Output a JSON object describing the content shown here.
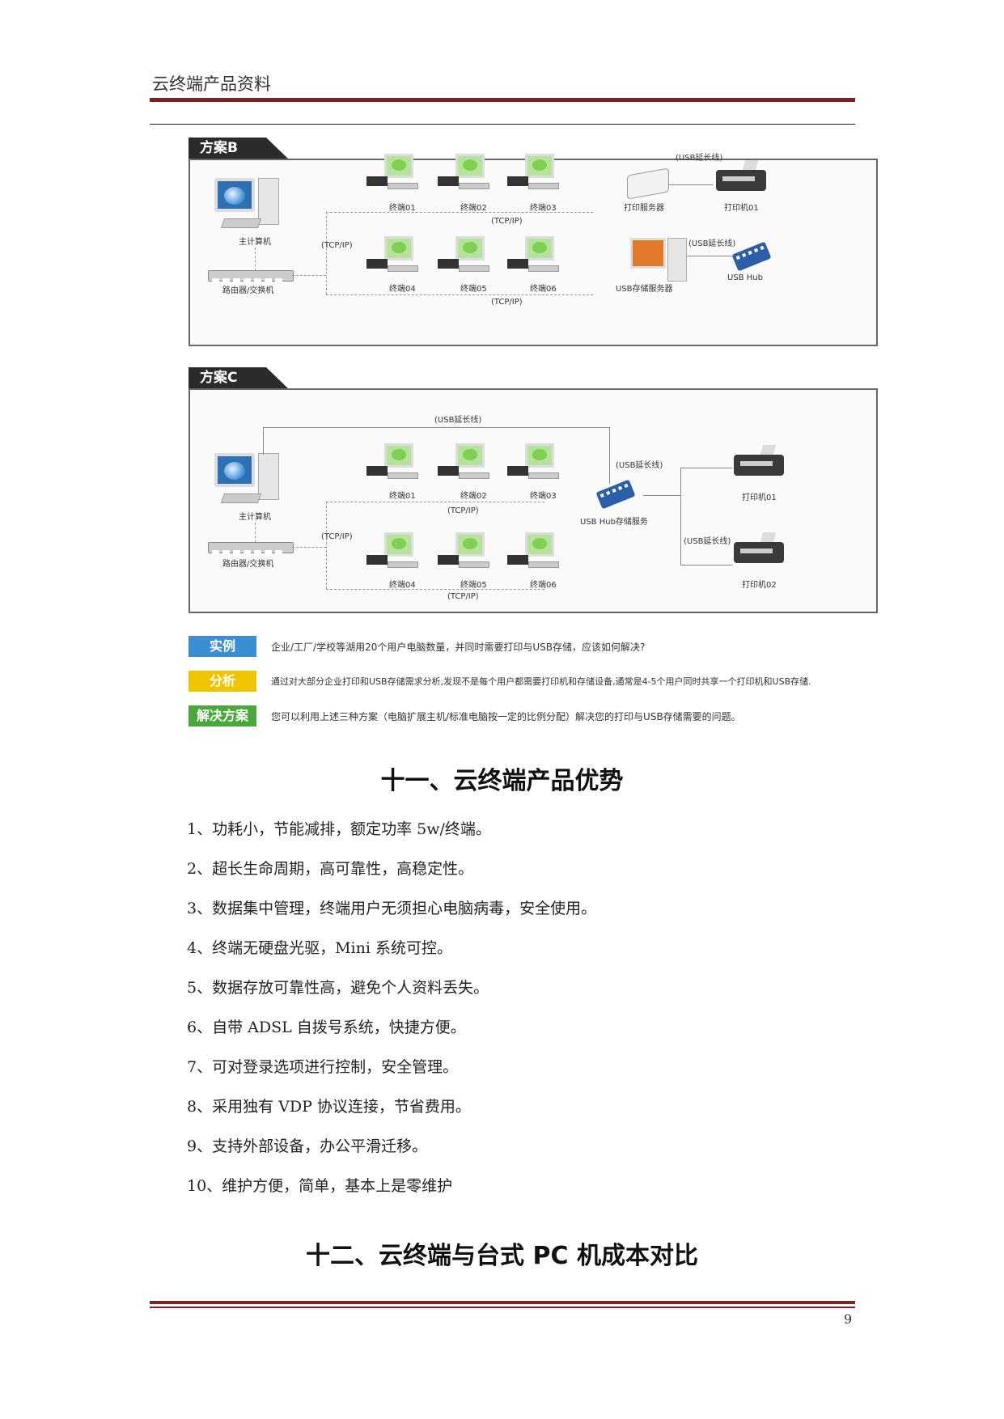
{
  "header": {
    "title": "云终端产品资料"
  },
  "footer": {
    "page_number": "9"
  },
  "scheme_b": {
    "tab": "方案B",
    "host_label": "主计算机",
    "router_label": "路由器/交换机",
    "tcpip_left": "(TCP/IP)",
    "tcpip_mid": "(TCP/IP)",
    "tcpip_bottom": "(TCP/IP)",
    "terminals": [
      "终端01",
      "终端02",
      "终端03",
      "终端04",
      "终端05",
      "终端06"
    ],
    "usb_ext_1": "(USB延长线)",
    "usb_ext_2": "(USB延长线)",
    "print_server": "打印服务器",
    "printer": "打印机01",
    "usb_storage_server": "USB存储服务器",
    "usb_hub": "USB Hub"
  },
  "scheme_c": {
    "tab": "方案C",
    "host_label": "主计算机",
    "router_label": "路由器/交换机",
    "tcpip_left": "(TCP/IP)",
    "tcpip_mid": "(TCP/IP)",
    "tcpip_bottom": "(TCP/IP)",
    "usb_ext_top": "(USB延长线)",
    "usb_ext_mid": "(USB延长线)",
    "usb_ext_low": "(USB延长线)",
    "terminals": [
      "终端01",
      "终端02",
      "终端03",
      "终端04",
      "终端05",
      "终端06"
    ],
    "hub_label": "USB Hub存储服务",
    "printer1": "打印机01",
    "printer2": "打印机02"
  },
  "cases": [
    {
      "tag": "实例",
      "color": "#3a8fd0",
      "text": "企业/工厂/学校等湖用20个用户电脑数量，并同时需要打印与USB存储，应该如何解决?"
    },
    {
      "tag": "分析",
      "color": "#f0c400",
      "text": "通过对大部分企业打印和USB存储需求分析,发现不是每个用户都需要打印机和存储设备,通常是4-5个用户同时共享一个打印机和USB存储."
    },
    {
      "tag": "解决方案",
      "color": "#4aa83a",
      "text": "您可以利用上述三种方案（电脑扩展主机/标准电脑按一定的比例分配）解决您的打印与USB存储需要的问题。"
    }
  ],
  "section11": {
    "title": "十一、云终端产品优势",
    "items": [
      "1、功耗小，节能减排，额定功率 5w/终端。",
      "2、超长生命周期，高可靠性，高稳定性。",
      "3、数据集中管理，终端用户无须担心电脑病毒，安全使用。",
      "4、终端无硬盘光驱，Mini 系统可控。",
      "5、数据存放可靠性高，避免个人资料丢失。",
      "6、自带 ADSL 自拨号系统，快捷方便。",
      "7、可对登录选项进行控制，安全管理。",
      "8、采用独有 VDP 协议连接，节省费用。",
      "9、支持外部设备，办公平滑迁移。",
      "10、维护方便，简单，基本上是零维护"
    ]
  },
  "section12": {
    "title": "十二、云终端与台式 PC 机成本对比"
  }
}
